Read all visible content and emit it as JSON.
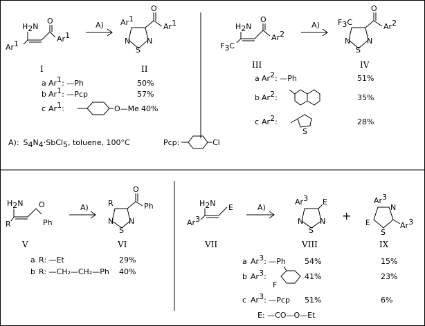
{
  "reagent_label": "A)",
  "reagent_note": {
    "prefix": "A):",
    "s": "S",
    "n4": "4",
    "n": "N",
    "sb": "·SbCl",
    "cl5": "5",
    "rest": ",  toluene, 100°C"
  },
  "pcp_label": "Pcp:",
  "cl_label": "Cl",
  "sections": [
    {
      "start_id": "I",
      "product_id": "II",
      "rows": [
        {
          "letter": "a",
          "sub": "Ar",
          "sup": "1",
          "group": ": —Ph",
          "yield": "50%"
        },
        {
          "letter": "b",
          "sub": "Ar",
          "sup": "1",
          "group": ": —Pcp",
          "yield": "57%"
        },
        {
          "letter": "c",
          "sub": "Ar",
          "sup": "1",
          "group": ":",
          "extra": "O—Me",
          "yield": "40%"
        }
      ]
    },
    {
      "start_id": "III",
      "product_id": "IV",
      "rows": [
        {
          "letter": "a",
          "sub": "Ar",
          "sup": "2",
          "group": ": —Ph",
          "yield": "51%"
        },
        {
          "letter": "b",
          "sub": "Ar",
          "sup": "2",
          "group": ":",
          "yield": "35%"
        },
        {
          "letter": "c",
          "sub": "Ar",
          "sup": "2",
          "group": ":",
          "extra": "S",
          "yield": "28%"
        }
      ]
    },
    {
      "start_id": "V",
      "product_id": "VI",
      "rows": [
        {
          "letter": "a",
          "sub": "R",
          "group": ": —Et",
          "yield": "29%"
        },
        {
          "letter": "b",
          "sub": "R",
          "group": ": —CH₂—CH₂—Ph",
          "yield": "40%"
        }
      ]
    },
    {
      "start_id": "VII",
      "product_id": "VIII",
      "side_id": "IX",
      "plus": "+",
      "rows": [
        {
          "letter": "a",
          "sub": "Ar",
          "sup": "3",
          "group": ": —Ph",
          "yield": "54%",
          "yield2": "15%"
        },
        {
          "letter": "b",
          "sub": "Ar",
          "sup": "3",
          "group": ":",
          "extra": "F",
          "yield": "41%",
          "yield2": "23%"
        },
        {
          "letter": "c",
          "sub": "Ar",
          "sup": "3",
          "group": ": —Pcp",
          "yield": "51%",
          "yield2": "6%"
        }
      ],
      "footnote": "E: —CO—O—Et"
    }
  ],
  "atoms": {
    "nh2_H2N": "H₂N",
    "H2N": "H",
    "two": "2",
    "N_only": "N",
    "O": "O",
    "S": "S",
    "N": "N",
    "Ar": "Ar",
    "sup1": "1",
    "sup2": "2",
    "sup3": "3",
    "F3C": "F",
    "three": "3",
    "C": "C",
    "R": "R",
    "Ph": "Ph",
    "E": "E",
    "F3C_prod": "F",
    "C_prod": "C"
  }
}
